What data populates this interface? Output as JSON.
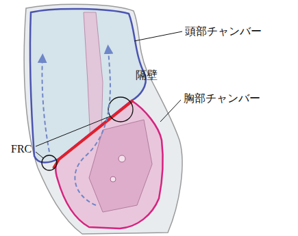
{
  "diagram": {
    "labels": [
      "頭部チャンバー",
      "隔壁",
      "胸部チャンバー",
      "FRC"
    ]
  }
}
